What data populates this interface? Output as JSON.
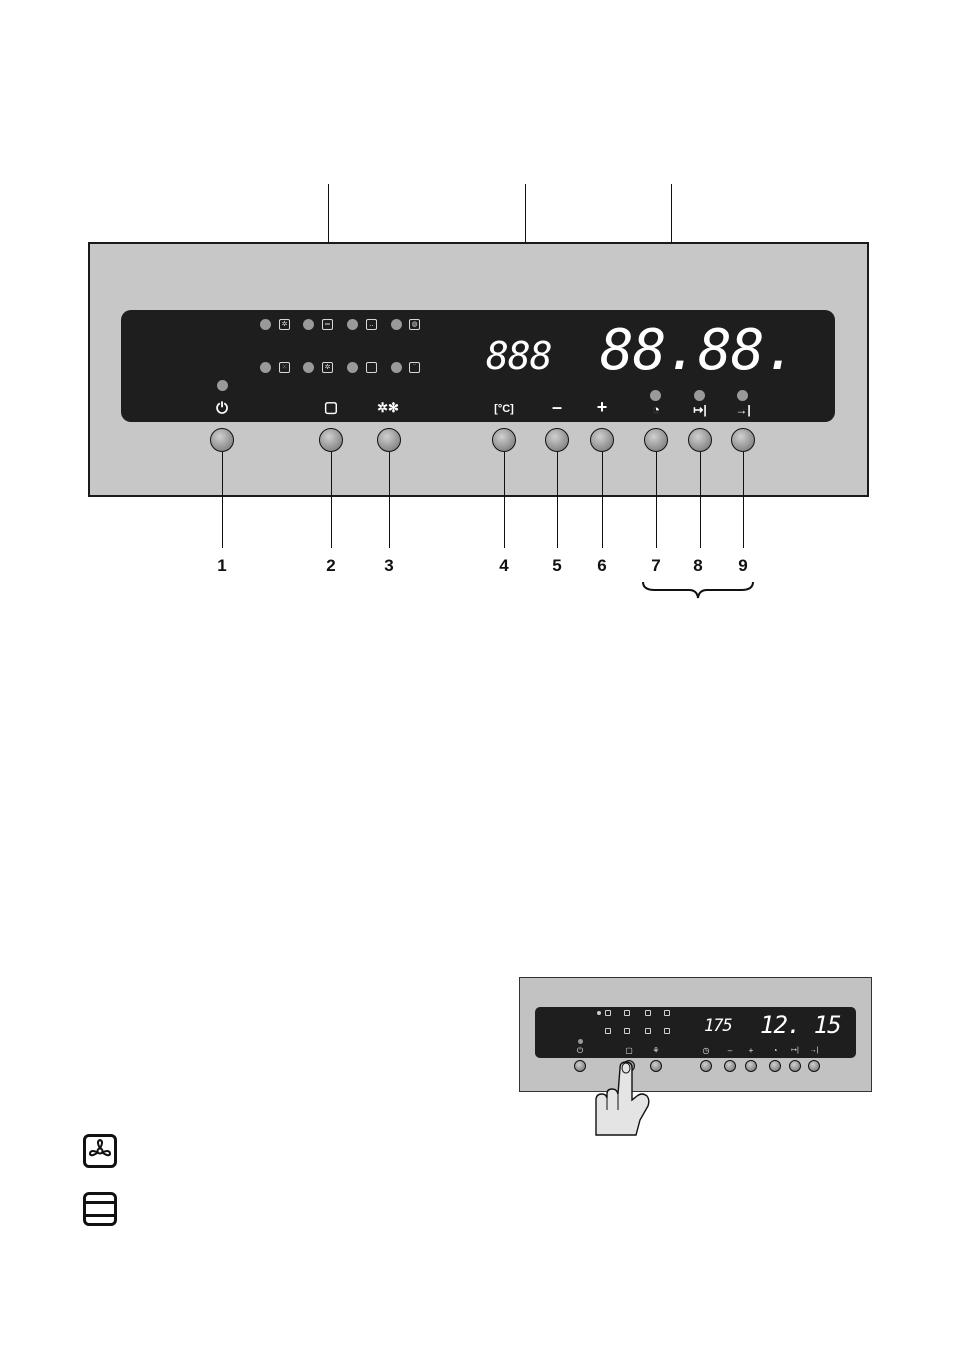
{
  "panel": {
    "display": {
      "temperature": "888",
      "clock": "88.88."
    },
    "buttons": [
      {
        "number": "1",
        "symbol": "⏻",
        "name": "on-off"
      },
      {
        "number": "2",
        "symbol": "▢",
        "name": "oven-function"
      },
      {
        "number": "3",
        "symbol": "fan-defrost",
        "name": "fan-defrost"
      },
      {
        "number": "4",
        "symbol": "°C",
        "name": "temperature"
      },
      {
        "number": "5",
        "symbol": "–",
        "name": "minus"
      },
      {
        "number": "6",
        "symbol": "+",
        "name": "plus"
      },
      {
        "number": "7",
        "symbol": "◔",
        "name": "clock"
      },
      {
        "number": "8",
        "symbol": "↦|",
        "name": "duration"
      },
      {
        "number": "9",
        "symbol": "→|",
        "name": "end-time"
      }
    ],
    "function_icons_row1": [
      "fan-icon",
      "top-bottom-heat-icon",
      "bottom-heat-icon",
      "pizza-icon"
    ],
    "function_icons_row2": [
      "grill-icon",
      "fan-grill-icon",
      "conventional-icon",
      "top-heat-icon"
    ]
  },
  "small_panel": {
    "temperature": "175",
    "clock": "12. 15",
    "symbols": [
      "⏻",
      "▢",
      "⚘",
      "◷",
      "–",
      "+",
      "◔",
      "↦|",
      "→|"
    ]
  },
  "legend": [
    "fan-cooking-icon",
    "conventional-cooking-icon"
  ]
}
